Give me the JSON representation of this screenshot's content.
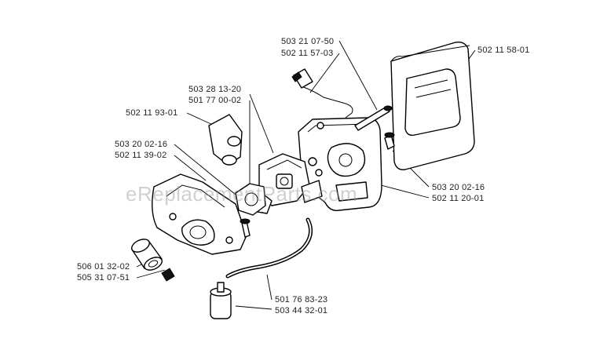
{
  "diagram": {
    "watermark": "eReplacementParts.com",
    "labels": {
      "spark_parts_a": "503 21 07-50",
      "spark_parts_b": "502 11 57-03",
      "air_filter": "502 11 58-01",
      "carburetor_a": "503 28 13-20",
      "carburetor_b": "501 77 00-02",
      "intake_boot": "502 11 93-01",
      "adapter_a": "503 20 02-16",
      "adapter_b": "502 11 39-02",
      "filter_holder_a": "503 20 02-16",
      "filter_holder_b": "502 11 20-01",
      "fuel_tank_a": "506 01 32-02",
      "fuel_tank_b": "505 31 07-51",
      "fuel_line_a": "501 76 83-23",
      "fuel_line_b": "503 44 32-01"
    }
  }
}
